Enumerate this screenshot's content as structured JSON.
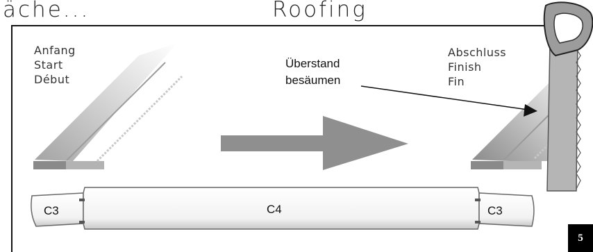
{
  "header": {
    "left_fragment": "äche...",
    "title": "Roofing"
  },
  "start_labels": [
    "Anfang",
    "Start",
    "Début"
  ],
  "finish_labels": [
    "Abschluss",
    "Finish",
    "Fin"
  ],
  "callout": {
    "line1": "Überstand",
    "line2": "besäumen"
  },
  "beam_labels": {
    "left": "C3",
    "center": "C4",
    "right": "C3"
  },
  "page_number": "5",
  "colors": {
    "arrow": "#8f8f8f",
    "saw_blade": "#b5b5b5",
    "frame": "#111111",
    "page_badge": "#000000"
  }
}
